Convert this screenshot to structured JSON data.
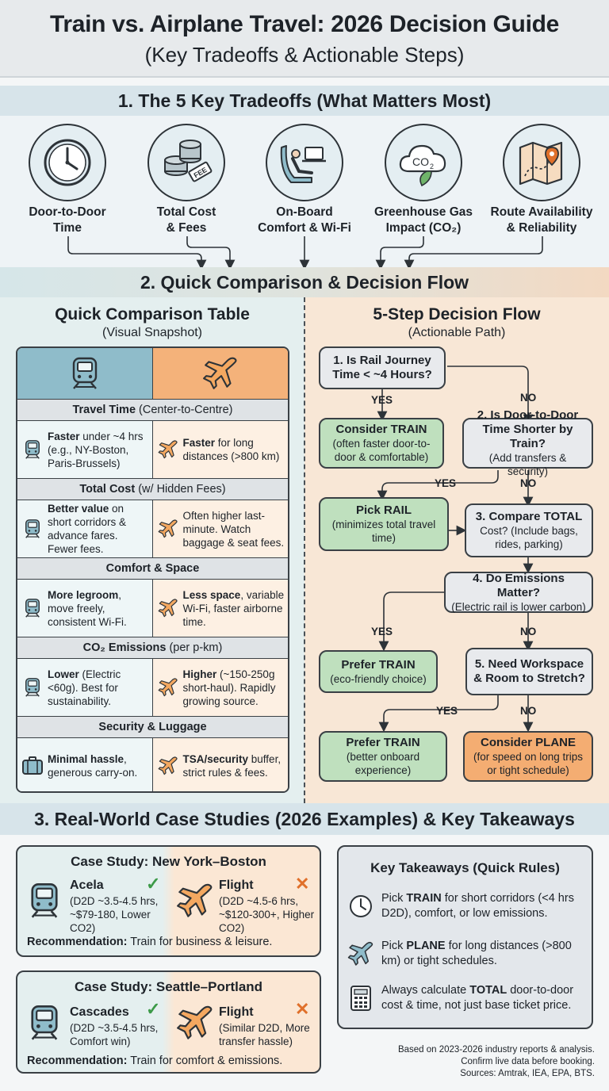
{
  "title": {
    "main": "Train vs. Airplane Travel: 2026 Decision Guide",
    "sub": "(Key Tradeoffs & Actionable Steps)"
  },
  "section1": {
    "heading": "1. The 5 Key Tradeoffs (What Matters Most)",
    "tradeoffs": [
      {
        "label": "Door-to-Door\nTime",
        "icon": "clock-icon"
      },
      {
        "label": "Total Cost\n& Fees",
        "icon": "coins-fee-icon"
      },
      {
        "label": "On-Board\nComfort & Wi-Fi",
        "icon": "seat-laptop-icon"
      },
      {
        "label": "Greenhouse Gas\nImpact (CO₂)",
        "icon": "co2-cloud-icon"
      },
      {
        "label": "Route Availability\n& Reliability",
        "icon": "map-pin-icon"
      }
    ]
  },
  "section2": {
    "heading": "2. Quick Comparison & Decision Flow",
    "table": {
      "title": "Quick Comparison Table",
      "subtitle": "(Visual Snapshot)",
      "rows": [
        {
          "head_bold": "Travel Time",
          "head_rest": " (Center-to-Centre)",
          "train_bold": "Faster",
          "train_rest": " under ~4 hrs (e.g., NY-Boston, Paris-Brussels)",
          "plane_bold": "Faster",
          "plane_rest": " for long distances (>800 km)"
        },
        {
          "head_bold": "Total Cost",
          "head_rest": " (w/ Hidden Fees)",
          "train_bold": "Better value",
          "train_rest": " on short corridors & advance fares. Fewer fees.",
          "plane_bold": "",
          "plane_rest": "Often higher last-minute. Watch baggage & seat fees."
        },
        {
          "head_bold": "Comfort & Space",
          "head_rest": "",
          "train_bold": "More legroom",
          "train_rest": ", move freely, consistent Wi-Fi.",
          "plane_bold": "Less space",
          "plane_rest": ", variable Wi-Fi, faster airborne time."
        },
        {
          "head_bold": "CO₂ Emissions",
          "head_rest": " (per p-km)",
          "train_bold": "Lower",
          "train_rest": " (Electric <60g). Best for sustainability.",
          "plane_bold": "Higher",
          "plane_rest": " (~150-250g short-haul). Rapidly growing source."
        },
        {
          "head_bold": "Security & Luggage",
          "head_rest": "",
          "train_bold": "Minimal hassle",
          "train_rest": ", generous carry-on.",
          "plane_bold": "TSA/security",
          "plane_rest": " buffer, strict rules & fees."
        }
      ]
    },
    "flow": {
      "title": "5-Step Decision Flow",
      "subtitle": "(Actionable Path)",
      "q1": "1. Is Rail Journey Time < ~4 Hours?",
      "a1_title": "Consider TRAIN",
      "a1_desc": "(often faster door-to-door & comfortable)",
      "q2_title": "2. Is Door-to-Door Time Shorter by Train?",
      "q2_desc": "(Add transfers & security)",
      "a2_title": "Pick RAIL",
      "a2_desc": "(minimizes total travel time)",
      "q3_title": "3. Compare TOTAL",
      "q3_desc": "Cost? (Include bags, rides, parking)",
      "q4_title": "4. Do Emissions Matter?",
      "q4_desc": "(Electric rail is lower carbon)",
      "a4_title": "Prefer TRAIN",
      "a4_desc": "(eco-friendly choice)",
      "q5_title": "5. Need Workspace & Room to Stretch?",
      "a5_title": "Prefer TRAIN",
      "a5_desc": "(better onboard experience)",
      "a6_title": "Consider PLANE",
      "a6_desc": "(for speed on long trips or tight schedule)",
      "yes": "YES",
      "no": "NO"
    }
  },
  "section3": {
    "heading": "3. Real-World Case Studies (2026 Examples) & Key Takeaways",
    "cases": [
      {
        "title": "Case Study: New York–Boston",
        "train_name": "Acela",
        "train_desc": "(D2D ~3.5-4.5 hrs, ~$79-180, Lower CO2)",
        "plane_name": "Flight",
        "plane_desc": "(D2D ~4.5-6 hrs, ~$120-300+, Higher CO2)",
        "rec_label": "Recommendation:",
        "rec_text": " Train for business & leisure.",
        "check": "✓",
        "cross": "✕"
      },
      {
        "title": "Case Study: Seattle–Portland",
        "train_name": "Cascades",
        "train_desc": "(D2D ~3.5-4.5 hrs, Comfort win)",
        "plane_name": "Flight",
        "plane_desc": "(Similar D2D, More transfer hassle)",
        "rec_label": "Recommendation:",
        "rec_text": " Train for comfort & emissions.",
        "check": "✓",
        "cross": "✕"
      }
    ],
    "takeaways": {
      "title": "Key Takeaways (Quick Rules)",
      "items": [
        {
          "pre": "Pick ",
          "bold": "TRAIN",
          "post": " for short corridors (<4 hrs D2D), comfort, or low emissions.",
          "icon": "clock-icon"
        },
        {
          "pre": "Pick ",
          "bold": "PLANE",
          "post": " for long distances (>800 km) or tight schedules.",
          "icon": "plane-icon"
        },
        {
          "pre": "Always calculate ",
          "bold": "TOTAL",
          "post": " door-to-door cost & time, not just base ticket price.",
          "icon": "calculator-icon"
        }
      ]
    },
    "footnote": [
      "Based on 2023-2026 industry reports & analysis.",
      "Confirm live data before booking.",
      "Sources: Amtrak, IEA, EPA, BTS."
    ]
  },
  "colors": {
    "train_blue": "#8fbcca",
    "plane_orange": "#f4b27a",
    "green_box": "#bfe0be",
    "check_green": "#3c9a48",
    "cross_orange": "#e0702a"
  }
}
